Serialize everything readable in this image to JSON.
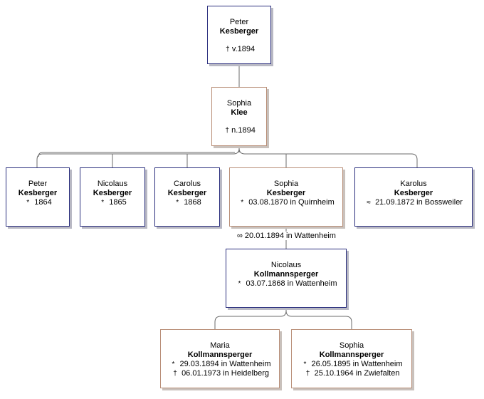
{
  "persons": {
    "peter_sr": {
      "given": "Peter",
      "surname": "Kesberger",
      "death": "v.1894"
    },
    "sophia_klee": {
      "given": "Sophia",
      "surname": "Klee",
      "death": "n.1894"
    },
    "peter": {
      "given": "Peter",
      "surname": "Kesberger",
      "birth": "1864"
    },
    "nicolaus": {
      "given": "Nicolaus",
      "surname": "Kesberger",
      "birth": "1865"
    },
    "carolus": {
      "given": "Carolus",
      "surname": "Kesberger",
      "birth": "1868"
    },
    "sophia": {
      "given": "Sophia",
      "surname": "Kesberger",
      "birth": "03.08.1870 in Quirnheim"
    },
    "karolus": {
      "given": "Karolus",
      "surname": "Kesberger",
      "baptism": "21.09.1872 in Bossweiler"
    },
    "nicolaus_k": {
      "given": "Nicolaus",
      "surname": "Kollmannsperger",
      "birth": "03.07.1868 in Wattenheim"
    },
    "maria": {
      "given": "Maria",
      "surname": "Kollmannsperger",
      "birth": "29.03.1894 in Wattenheim",
      "death": "06.01.1973 in Heidelberg"
    },
    "sophia_k": {
      "given": "Sophia",
      "surname": "Kollmannsperger",
      "birth": "26.05.1895 in Wattenheim",
      "death": "25.10.1964 in Zwiefalten"
    }
  },
  "marriage": {
    "date": "20.01.1894 in Wattenheim"
  },
  "symbols": {
    "birth": "*",
    "death": "†",
    "baptism": "≈",
    "marriage": "∞"
  },
  "colors": {
    "male_border": "#2b2f7e",
    "female_border": "#b98f78",
    "connector": "#6b6b6b"
  }
}
